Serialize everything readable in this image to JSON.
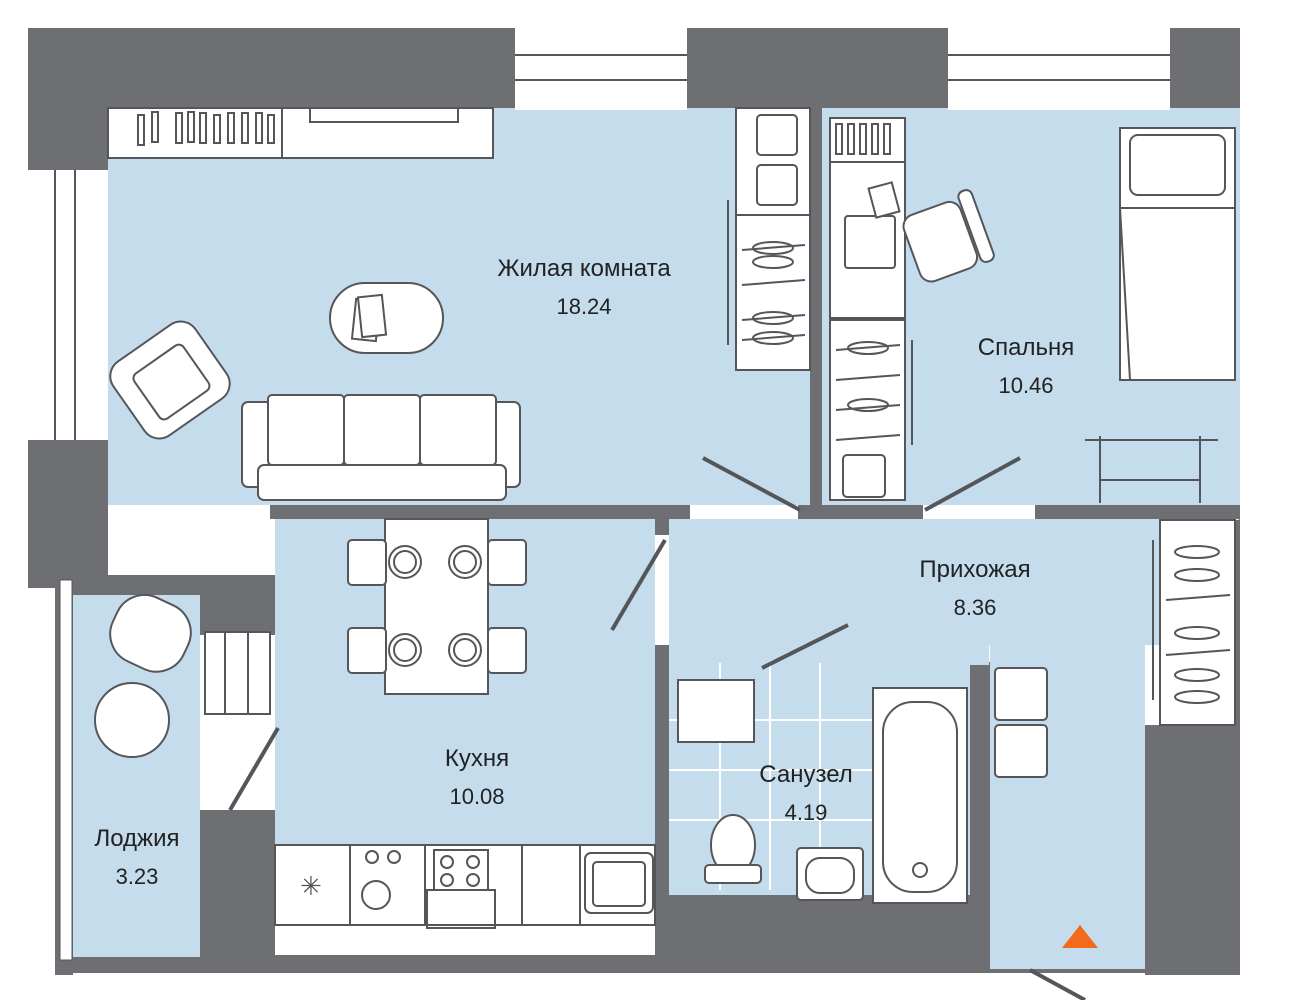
{
  "colors": {
    "floor": "#c4dcec",
    "wall": "#6e6f72",
    "furniture_stroke": "#55565a",
    "entrance_marker": "#f26a1b"
  },
  "rooms": {
    "living": {
      "name": "Жилая комната",
      "area": "18.24"
    },
    "bedroom": {
      "name": "Спальня",
      "area": "10.46"
    },
    "hallway": {
      "name": "Прихожая",
      "area": "8.36"
    },
    "kitchen": {
      "name": "Кухня",
      "area": "10.08"
    },
    "bathroom": {
      "name": "Санузел",
      "area": "4.19"
    },
    "loggia": {
      "name": "Лоджия",
      "area": "3.23"
    }
  },
  "icons": {
    "entrance": "triangle-up-icon"
  }
}
